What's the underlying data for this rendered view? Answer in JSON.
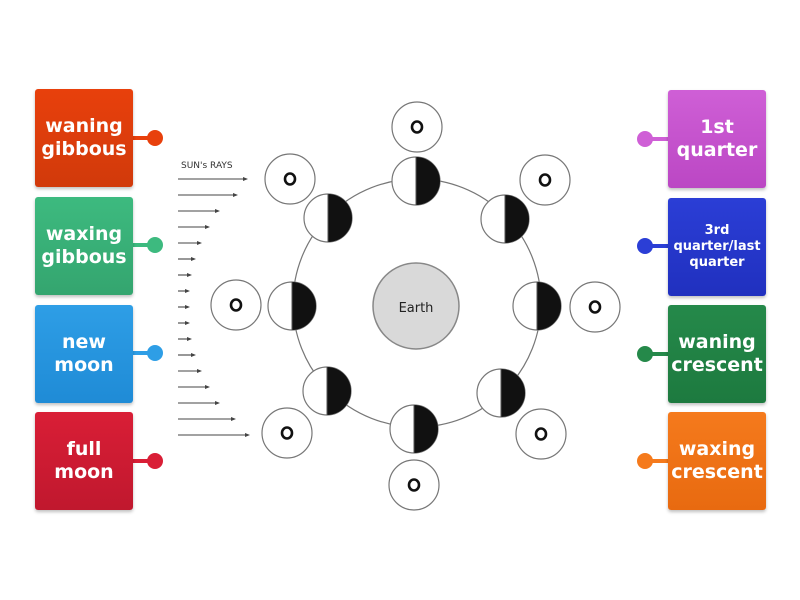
{
  "labels_left": [
    {
      "text": "waning gibbous",
      "color": "#e8400c",
      "color_dark": "#d13a0b"
    },
    {
      "text": "waxing gibbous",
      "color": "#3dba7f",
      "color_dark": "#34a56f"
    },
    {
      "text": "new moon",
      "color": "#2e9ee6",
      "color_dark": "#1f8bd6"
    },
    {
      "text": "full moon",
      "color": "#d91e36",
      "color_dark": "#c0182e"
    }
  ],
  "labels_right": [
    {
      "text": "1st quarter",
      "color": "#cf5fd6",
      "color_dark": "#bb47c4",
      "small": false
    },
    {
      "text": "3rd quarter/last quarter",
      "color": "#2b3ed6",
      "color_dark": "#2030bf",
      "small": true
    },
    {
      "text": "waning crescent",
      "color": "#25894a",
      "color_dark": "#1d7a3f",
      "small": false
    },
    {
      "text": "waxing crescent",
      "color": "#f57a1c",
      "color_dark": "#e86a10",
      "small": false
    }
  ],
  "diagram": {
    "sun_rays_label": "SUN's RAYS",
    "earth_label": "Earth",
    "phase_view_glyph": "o",
    "moon_positions": 8
  }
}
